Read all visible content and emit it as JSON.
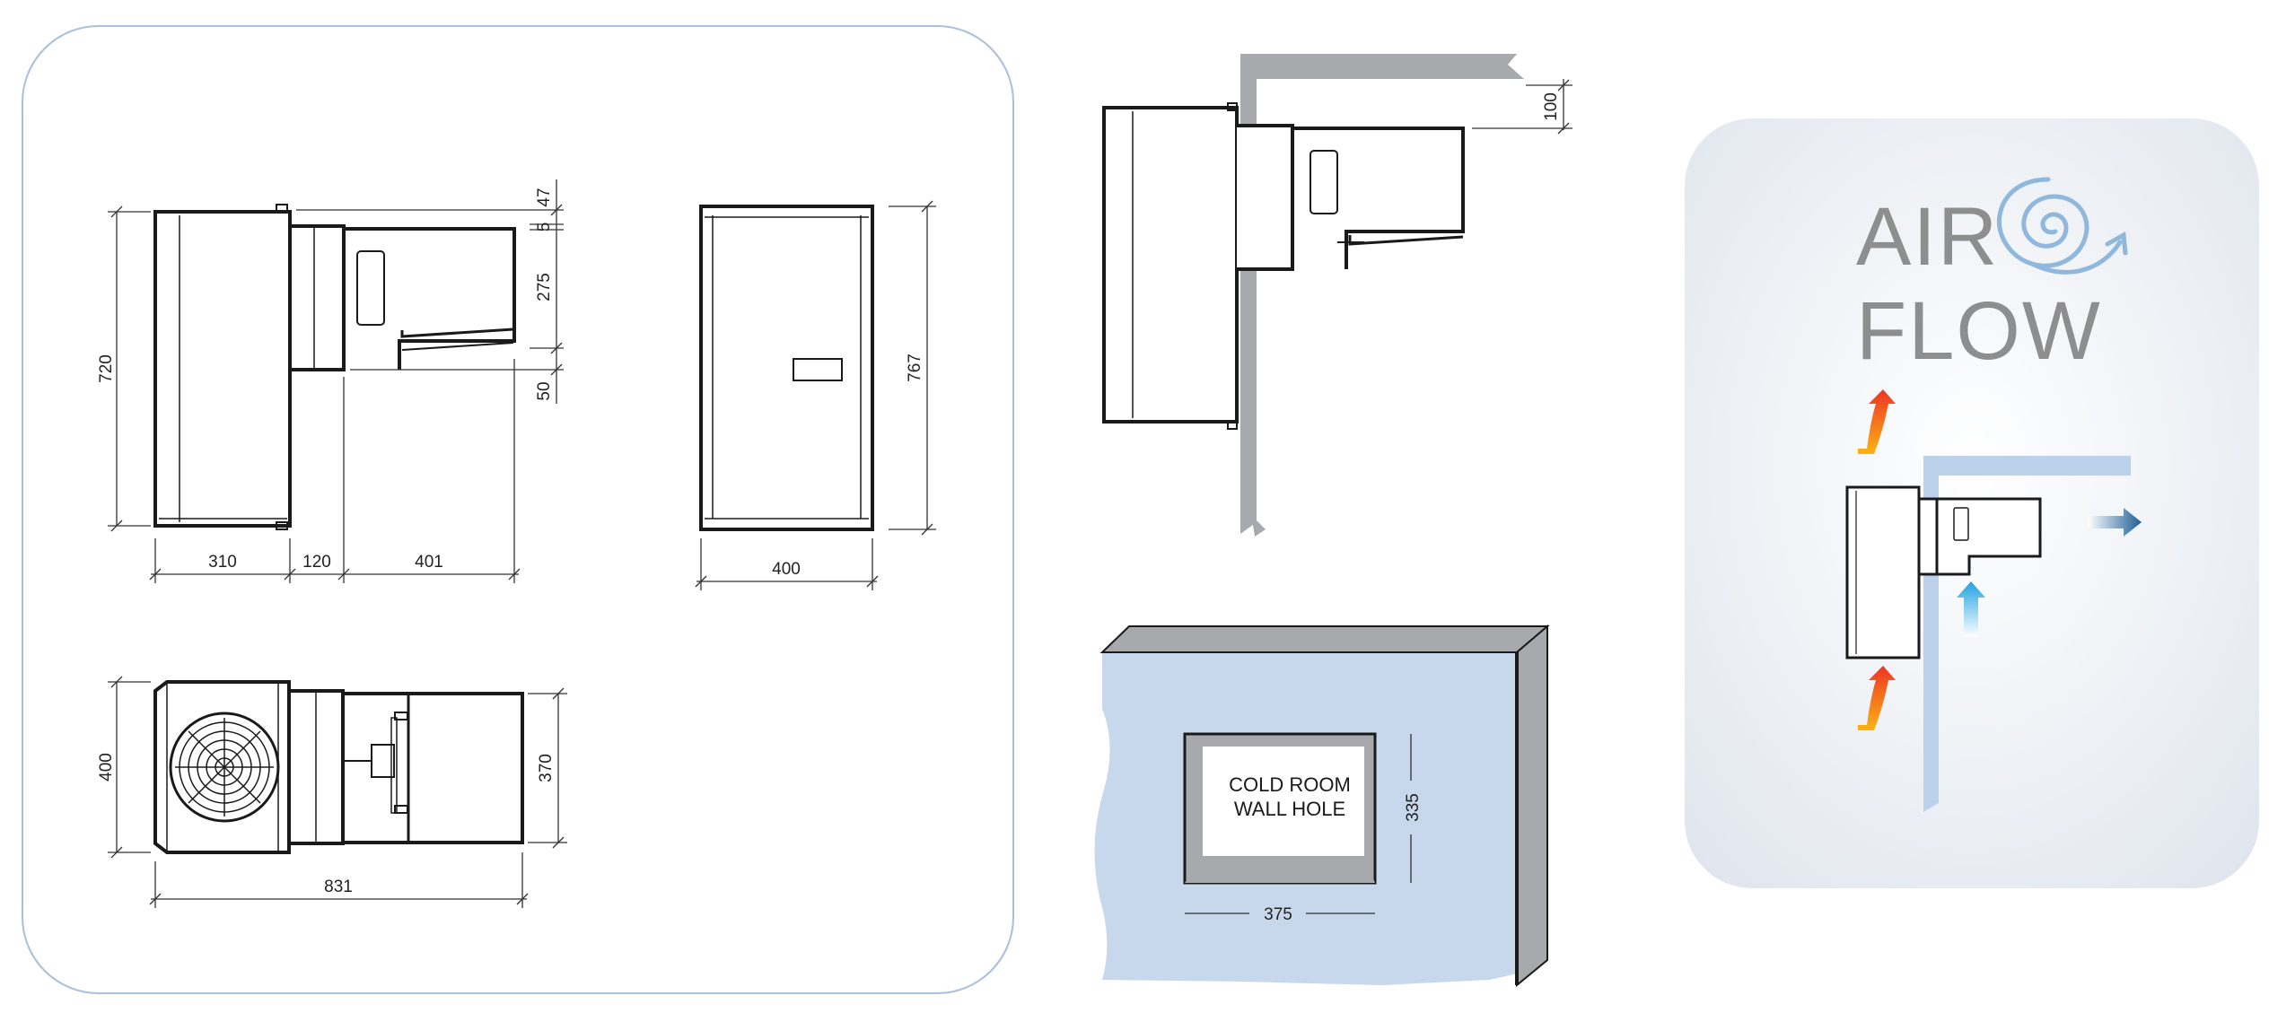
{
  "front_view": {
    "dims": {
      "height_total": "720",
      "top_offset": "47",
      "gap_small": "5",
      "cond_height": "275",
      "bottom_gap": "50",
      "w_evap": "310",
      "w_wall": "120",
      "w_cond": "401"
    }
  },
  "side_view": {
    "dims": {
      "height": "767",
      "width": "400"
    }
  },
  "top_view": {
    "dims": {
      "depth": "400",
      "cond_depth": "370",
      "length": "831"
    }
  },
  "install_view": {
    "dims": {
      "clearance": "100"
    }
  },
  "wall_hole": {
    "line1": "COLD ROOM",
    "line2": "WALL HOLE",
    "dims": {
      "height": "335",
      "width": "375"
    }
  },
  "airflow": {
    "title_line1": "AIR",
    "title_line2": "FLOW"
  },
  "colors": {
    "panel_border": "#a9bfdd",
    "wall_gray": "#a7a9ac",
    "insulation": "#f6d51a",
    "room_blue": "#c8d8ec",
    "airflow_bg": "#eef1f6",
    "hot_arrow": "#f05a28",
    "cold_arrow": "#29a8e0",
    "blue_arrow": "#1f6fa8"
  }
}
